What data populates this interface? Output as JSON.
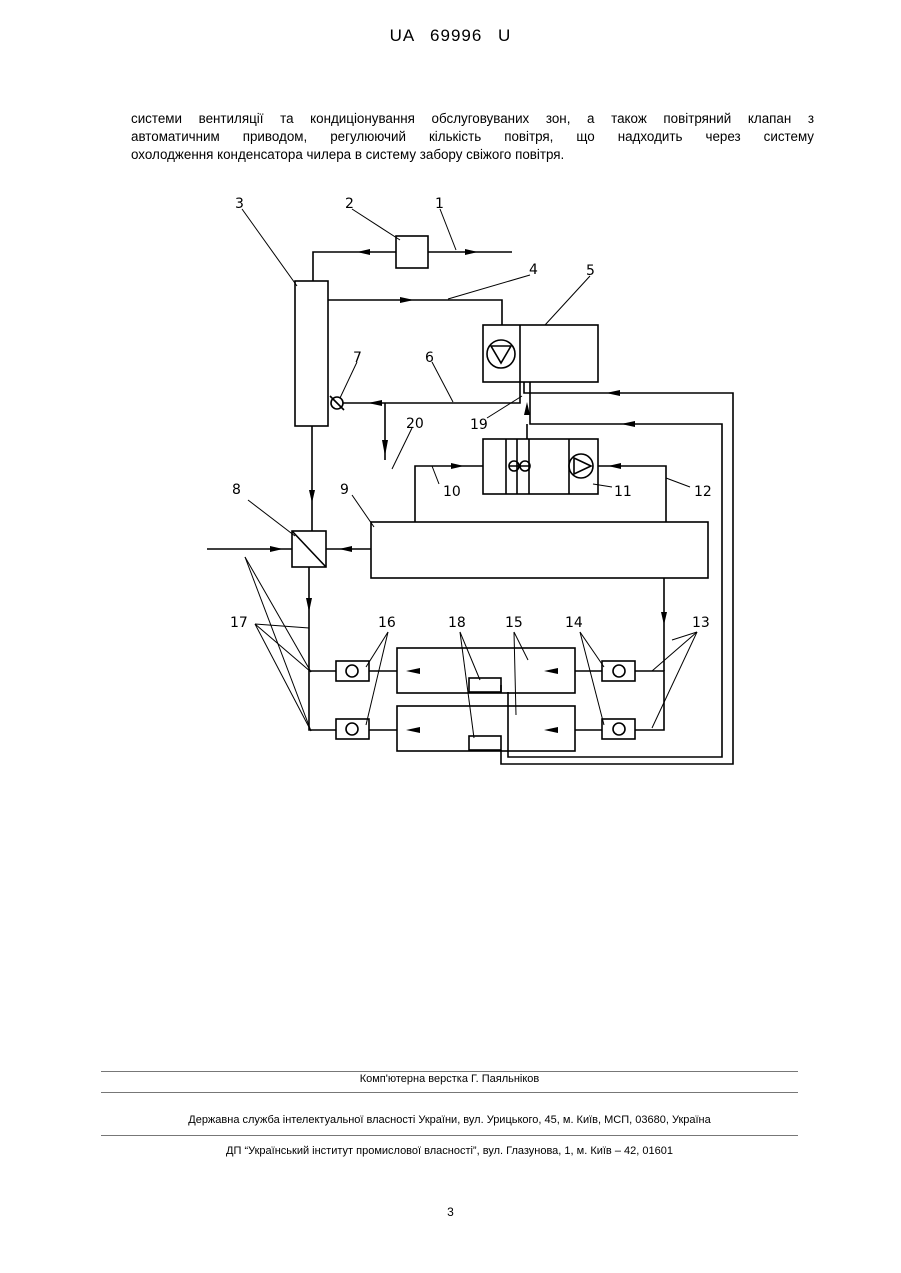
{
  "header": {
    "doc_number": "UA   69996   U"
  },
  "paragraph": {
    "lines": [
      "системи вентиляції та кондиціонування обслуговуваних зон, а також повітряний клапан з",
      "автоматичним приводом, регулюючий кількість повітря, що надходить через систему",
      "охолодження конденсатора чилера в систему забору свіжого повітря."
    ]
  },
  "figure": {
    "labels": {
      "l1": "1",
      "l2": "2",
      "l3": "3",
      "l4": "4",
      "l5": "5",
      "l6": "6",
      "l7": "7",
      "l8": "8",
      "l9": "9",
      "l10": "10",
      "l11": "11",
      "l12": "12",
      "l13": "13",
      "l14": "14",
      "l15": "15",
      "l16": "16",
      "l17": "17",
      "l18": "18",
      "l19": "19",
      "l20": "20"
    }
  },
  "footer": {
    "layout_credit": "Комп'ютерна верстка Г. Паяльніков",
    "agency": "Державна служба інтелектуальної власності України, вул. Урицького, 45, м. Київ, МСП, 03680, Україна",
    "institute": "ДП “Український інститут промислової власності”, вул. Глазунова, 1, м. Київ – 42, 01601",
    "page_number": "3"
  }
}
